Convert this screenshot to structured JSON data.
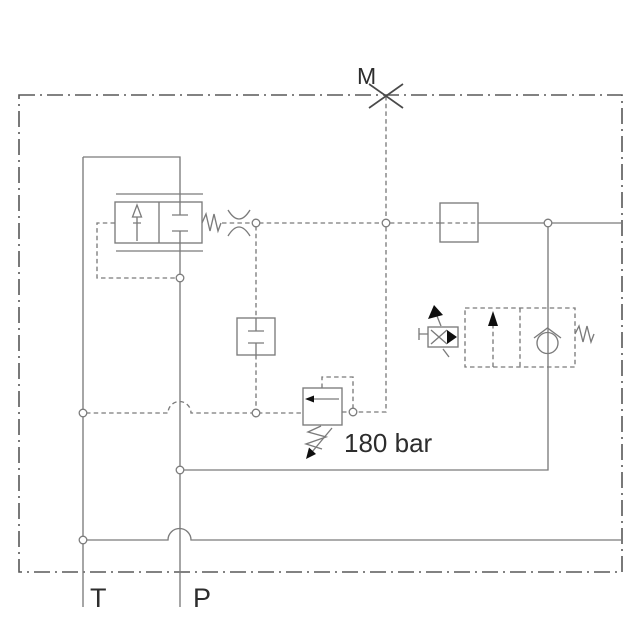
{
  "title": "Hydraulic inlet section schematic",
  "colors": {
    "background": "#ffffff",
    "line": "#7b7b7b",
    "border": "#585858",
    "text": "#2d2d2d",
    "arrow": "#0f0f0f"
  },
  "labels": {
    "measure_port": "M",
    "tank_port": "T",
    "pressure_port": "P",
    "relief_setting": "180 bar"
  }
}
